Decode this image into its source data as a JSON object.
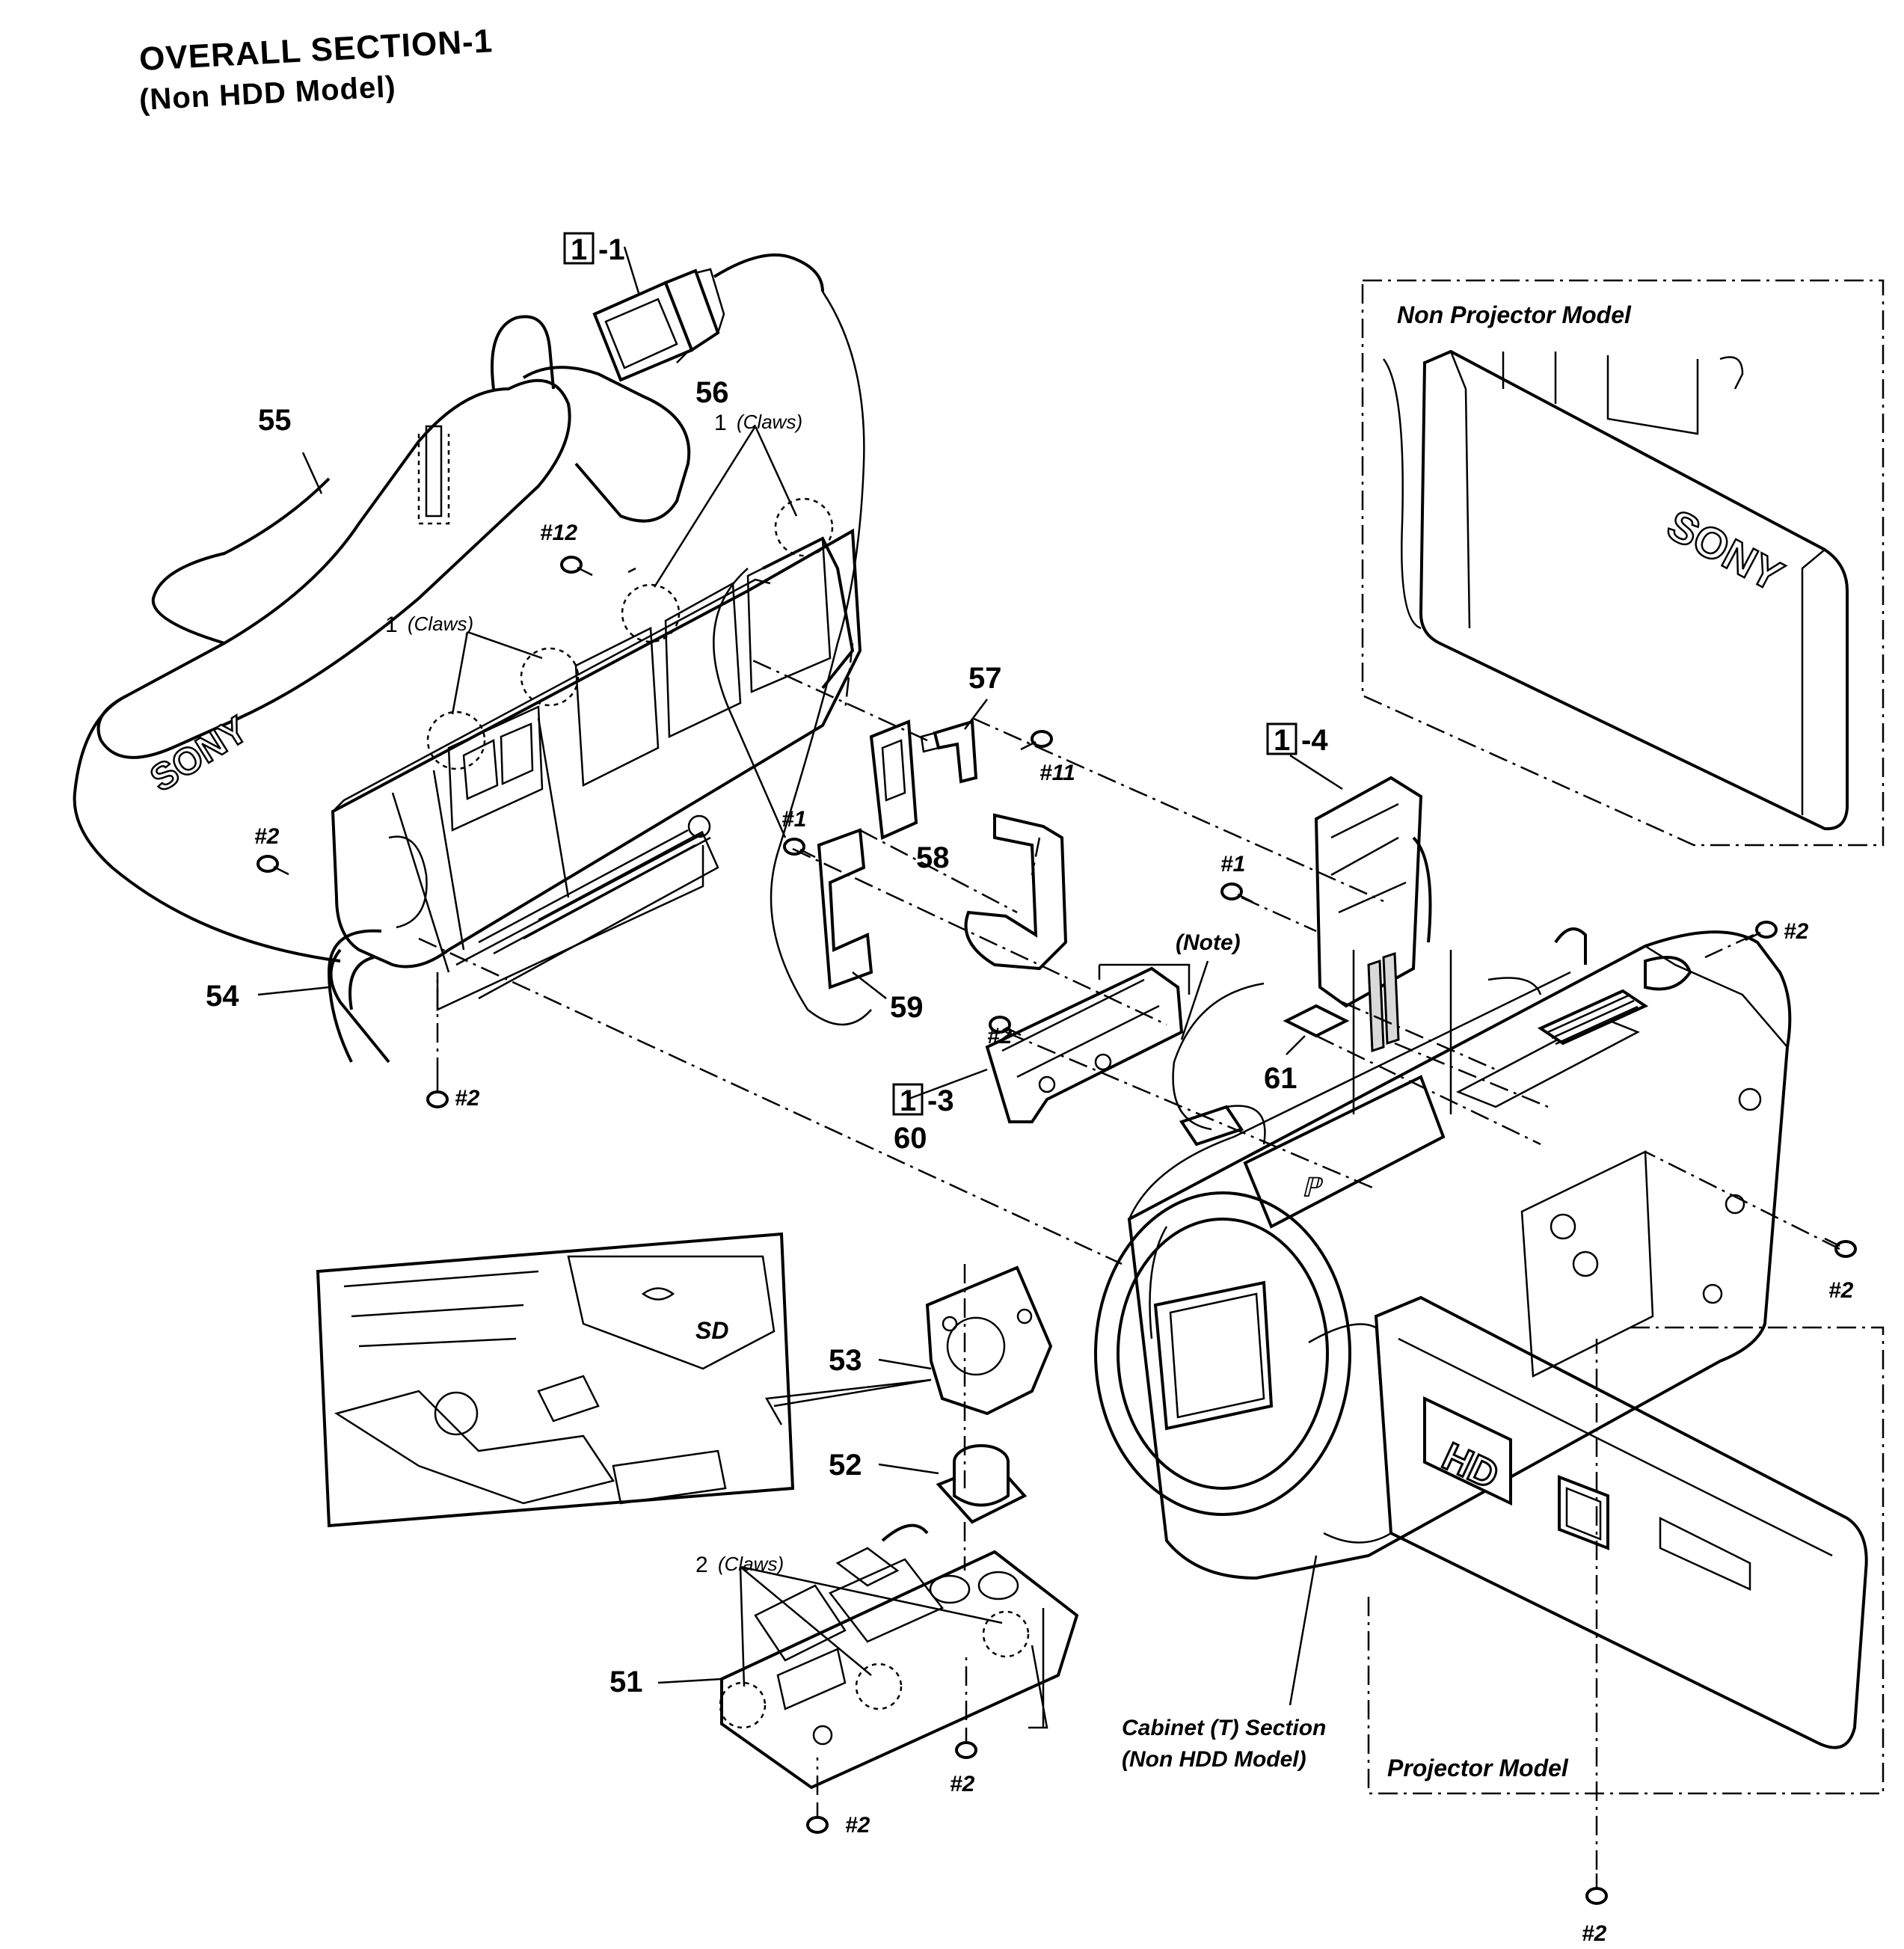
{
  "title": {
    "line1": "OVERALL SECTION-1",
    "line2": "(Non HDD Model)"
  },
  "part_numbers": {
    "p51": "51",
    "p52": "52",
    "p53": "53",
    "p54": "54",
    "p55": "55",
    "p56": "56",
    "p57": "57",
    "p58": "58",
    "p59": "59",
    "p60": "60",
    "p61": "61"
  },
  "boxed_refs": {
    "box_digit": "1",
    "ref1": "-1",
    "ref3": "-3",
    "ref4": "-4"
  },
  "screws": {
    "s2": "#2",
    "s1": "#1",
    "s11": "#11",
    "s12": "#12"
  },
  "claws": {
    "claw1_count": "1",
    "claw2_count": "2",
    "claws_word": "(Claws)"
  },
  "notes": {
    "note": "(Note)",
    "cabinet_line1": "Cabinet (T) Section",
    "cabinet_line2": "(Non HDD Model)"
  },
  "boxes": {
    "non_projector": "Non Projector Model",
    "projector": "Projector Model"
  },
  "brand": {
    "logo": "SONY",
    "hd": "HD",
    "sd": "SD"
  }
}
